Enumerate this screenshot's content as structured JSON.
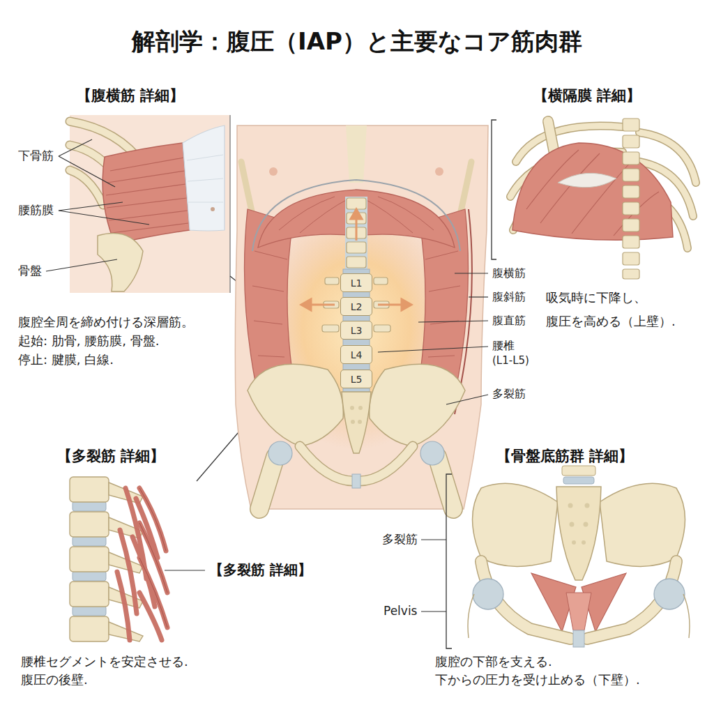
{
  "diagram": {
    "title": "解剖学：腹圧（IAP）と主要なコア筋肉群",
    "nodes": [
      {
        "text": [
          "L1"
        ]
      },
      {
        "text": [
          "L2"
        ]
      },
      {
        "text": [
          "L3"
        ]
      },
      {
        "text": [
          "L4"
        ]
      },
      {
        "text": [
          "L5"
        ]
      }
    ],
    "labels": [
      "【腹横筋 詳細】",
      "下骨筋",
      "腰筋膜",
      "骨盤",
      "腹腔全周を締め付ける深層筋。",
      "起始: 肋骨, 腰筋膜, 骨盤.",
      "停止: 腱膜, 白線.",
      "【横隔膜 詳細】",
      "腹横筋",
      "腹斜筋",
      "腹直筋",
      "腰椎",
      "(L1-L5)",
      "多裂筋",
      "吸気時に下降し、",
      "腹圧を高める（上壁）.",
      "【多裂筋 詳細】",
      "【多裂筋 詳細】",
      "腰椎セグメントを安定させる.",
      "腹圧の後壁.",
      "【骨盤底筋群 詳細】",
      "多裂筋",
      "Pelvis",
      "腹腔の下部を支える.",
      "下からの圧力を受け止める（下壁）."
    ]
  }
}
